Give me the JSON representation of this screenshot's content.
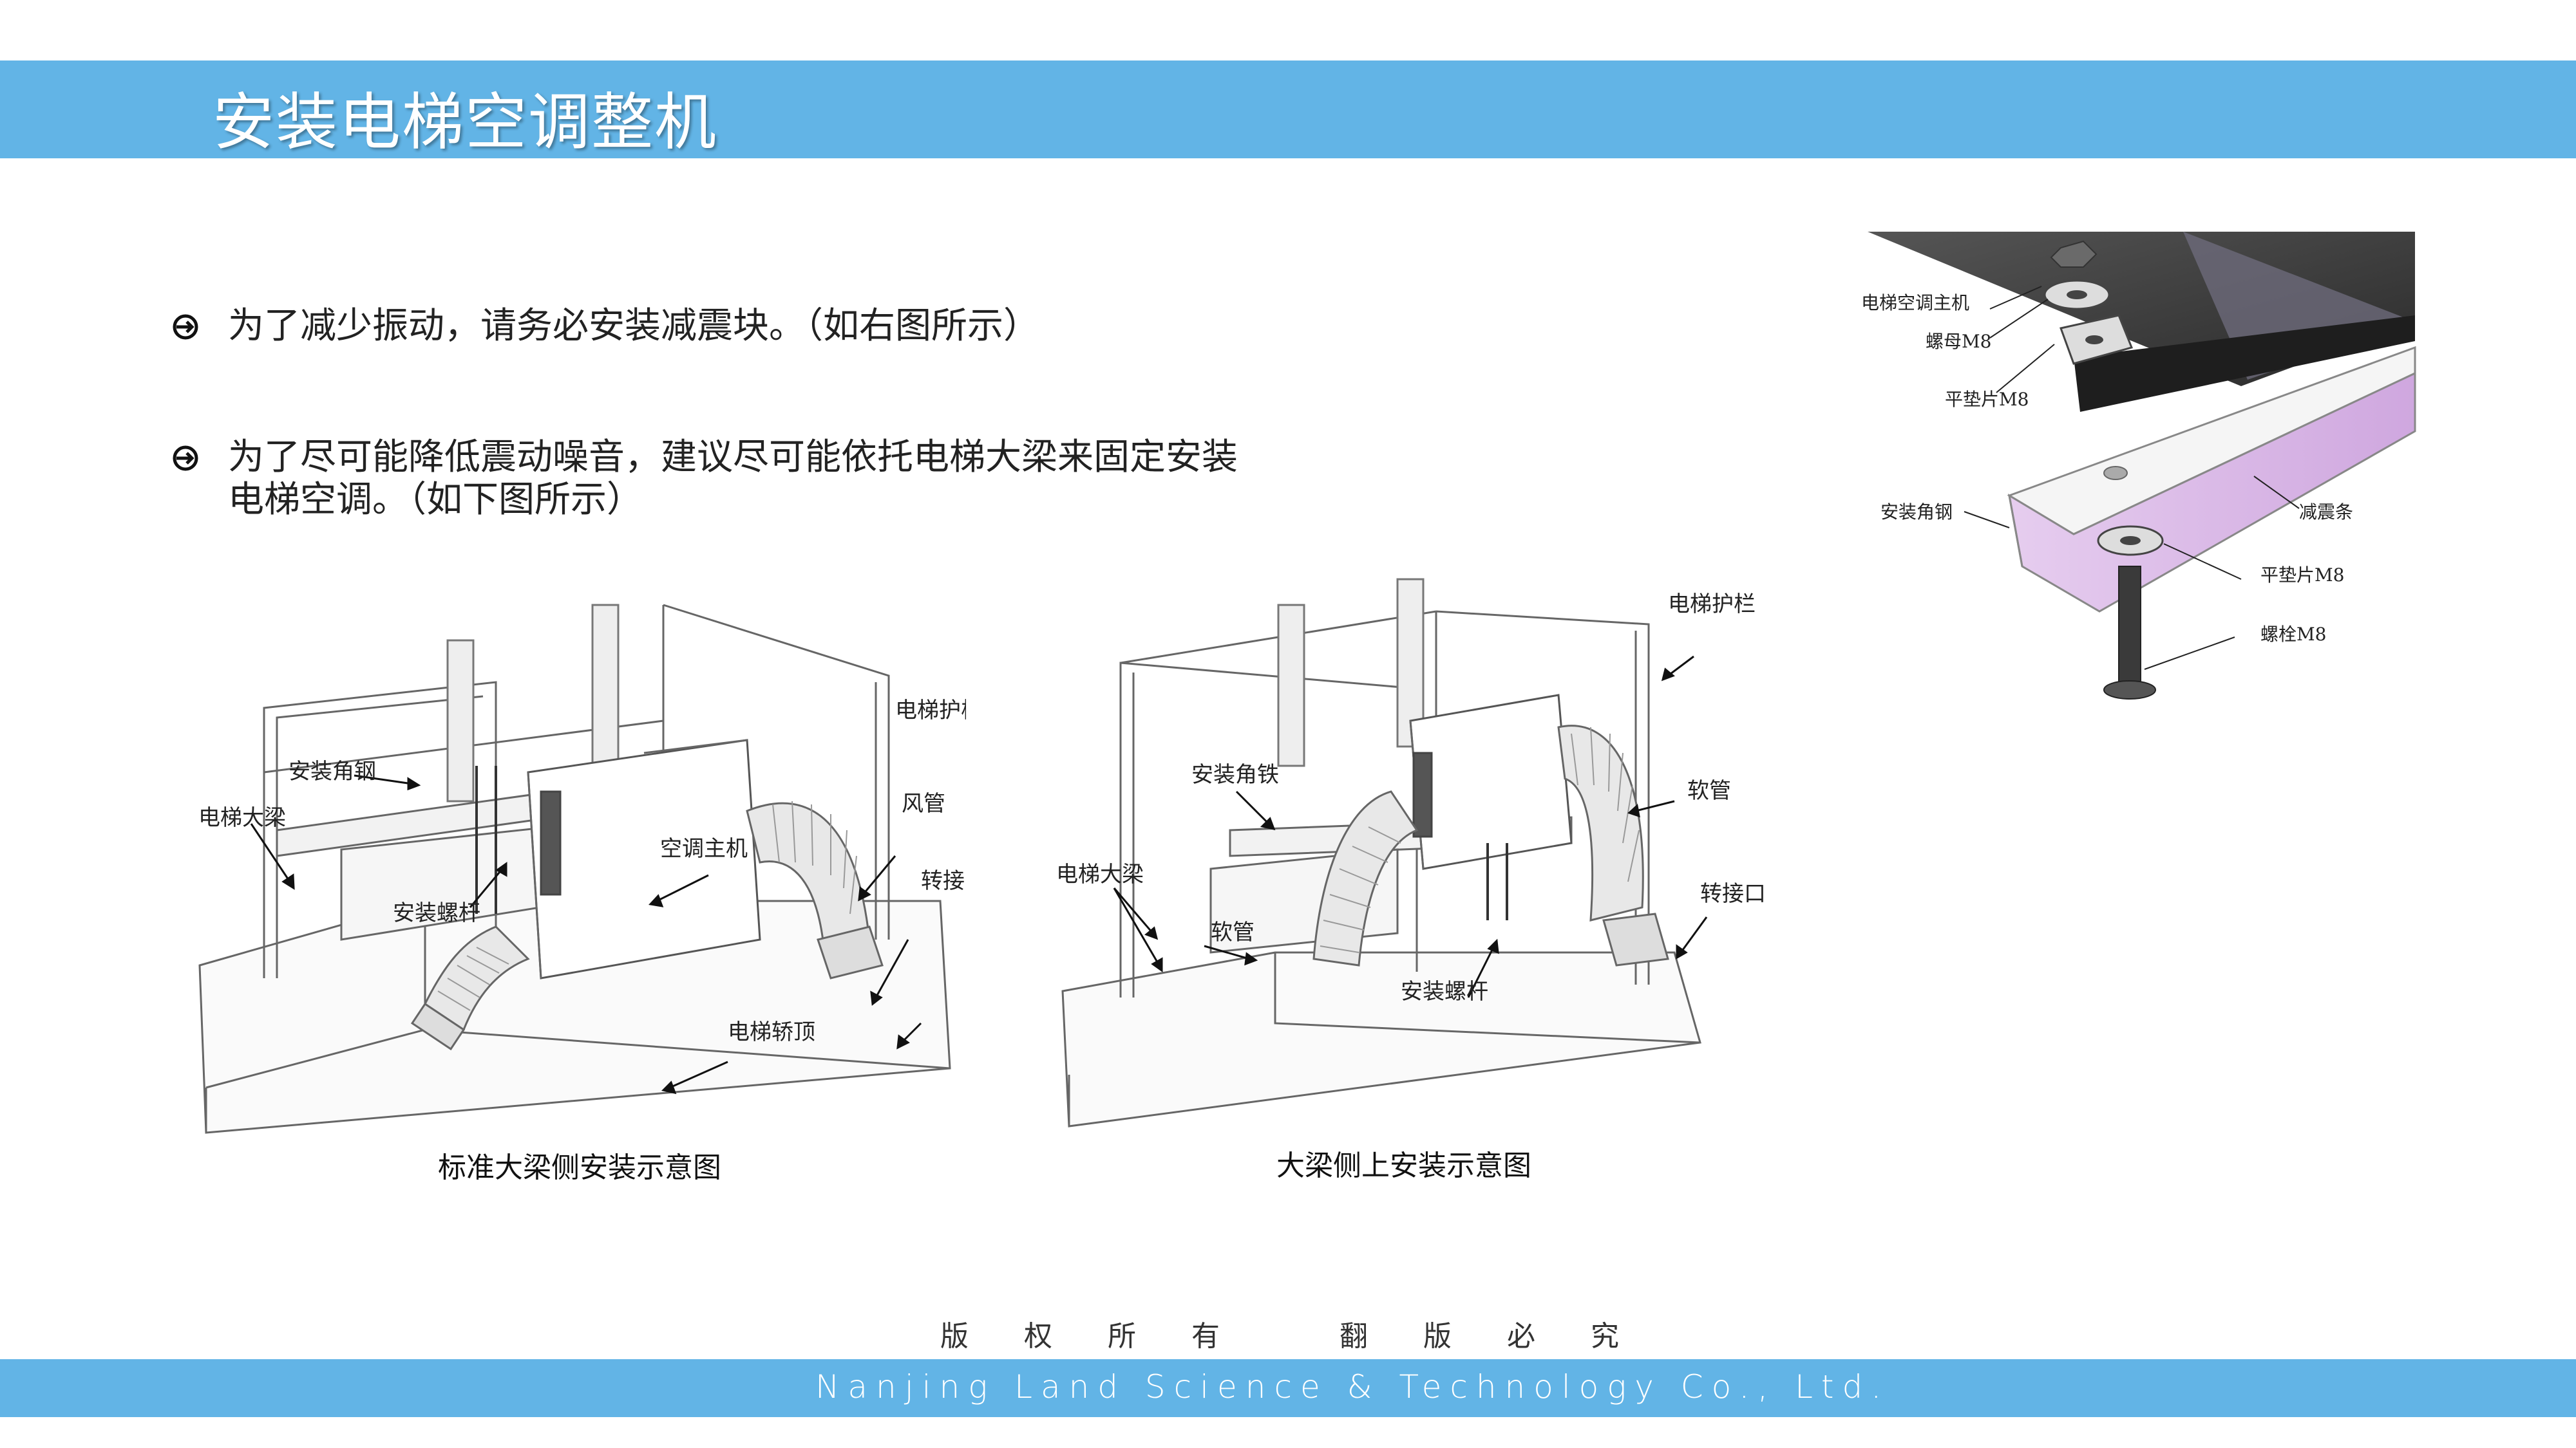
{
  "header": {
    "title": "安装电梯空调整机"
  },
  "bullets": [
    {
      "icon": "arrow-circle-icon",
      "lines": [
        "为了减少振动，请务必安装减震块。（如右图所示）"
      ]
    },
    {
      "icon": "arrow-circle-icon",
      "lines": [
        "为了尽可能降低震动噪音，建议尽可能依托电梯大梁来固定安装",
        "电梯空调。（如下图所示）"
      ]
    }
  ],
  "figures": {
    "left": {
      "caption": "标准大梁侧安装示意图",
      "labels": {
        "angle_steel": "安装角钢",
        "elevator_beam": "电梯大梁",
        "guardrail": "电梯护栏",
        "air_duct": "风管",
        "ac_unit": "空调主机",
        "adapter": "转接口",
        "screw_rod": "安装螺杆",
        "car_top": "电梯轿顶"
      }
    },
    "middle": {
      "caption": "大梁侧上安装示意图",
      "labels": {
        "guardrail": "电梯护栏",
        "angle_iron": "安装角铁",
        "hose_right": "软管",
        "elevator_beam": "电梯大梁",
        "hose_left": "软管",
        "adapter": "转接口",
        "screw_rod": "安装螺杆"
      }
    },
    "right": {
      "labels": {
        "ac_unit": "电梯空调主机",
        "nut": "螺母M8",
        "washer_top": "平垫片M8",
        "angle_steel": "安装角钢",
        "damper_strip": "减震条",
        "washer_bottom": "平垫片M8",
        "bolt": "螺栓M8"
      }
    }
  },
  "footer": {
    "copyright": [
      "版",
      "权",
      "所",
      "有",
      "翻",
      "版",
      "必",
      "究"
    ],
    "company": "Nanjing Land Science & Technology Co., Ltd."
  },
  "colors": {
    "accent": "#62b4e6",
    "title_text": "#ffffff",
    "purple_strip": "#d9b8e6",
    "dark_plate": "#2a2a2a"
  }
}
